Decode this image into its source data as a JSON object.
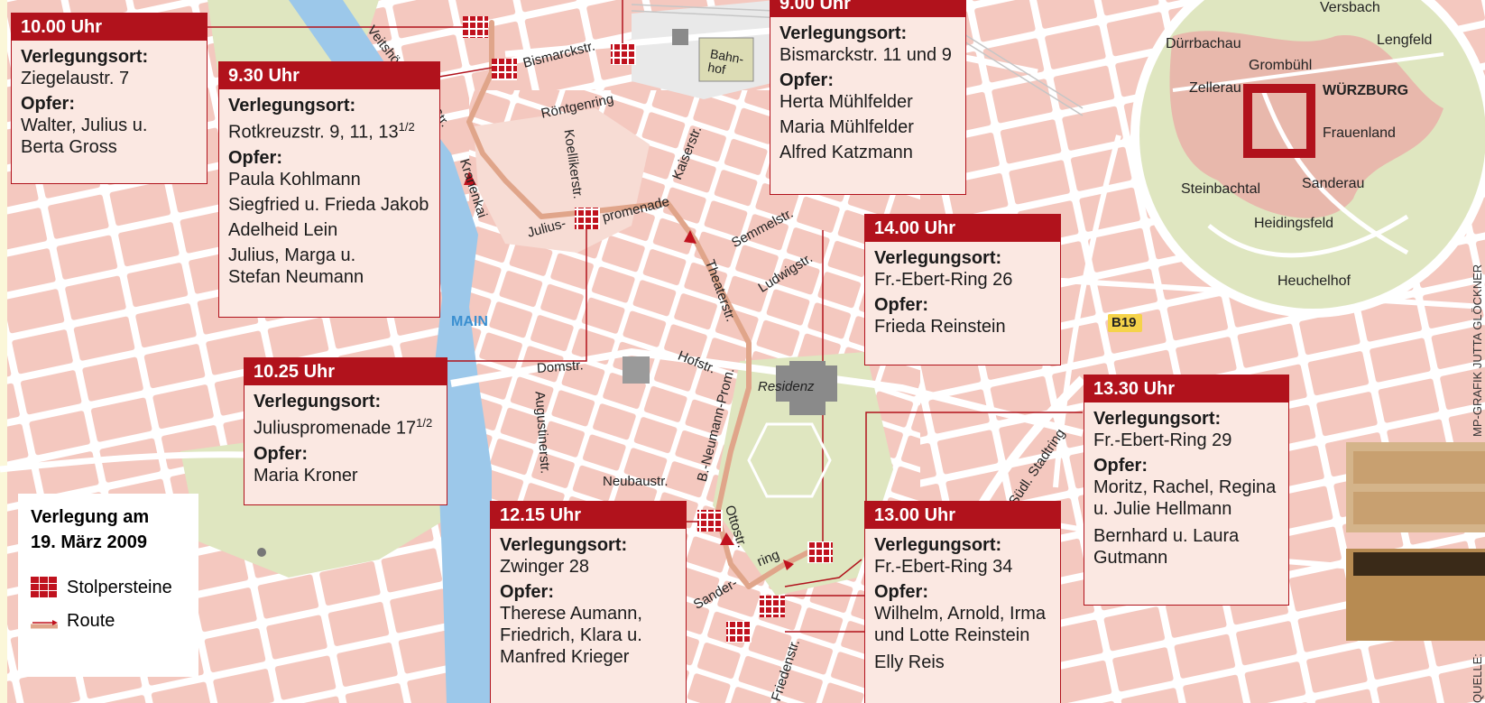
{
  "river_label": "MAIN",
  "road_badge": "B19",
  "streets": {
    "veitshoch": "Veitshöchheimer Str.",
    "bismarck": "Bismarckstr.",
    "bahnhof": "Bahn-\nhof",
    "roentgen": "Röntgenring",
    "koelliker": "Koellikerstr.",
    "kaiser": "Kaiserstr.",
    "kranenkai": "Kranenkai",
    "julius": "Julius-",
    "promenade": "promenade",
    "semmel": "Semmelstr.",
    "ludwig": "Ludwigstr.",
    "theater": "Theaterstr.",
    "hofstr": "Hofstr.",
    "domstr": "Domstr.",
    "augustiner": "Augustinerstr.",
    "residenz": "Residenz",
    "bneumann": "B.-Neumann-Prom.",
    "neubau": "Neubaustr.",
    "otto": "Ottostr.",
    "ring": "ring",
    "sander": "Sander-",
    "friedens": "Friedenstr.",
    "stadtring": "Südl. Stadtring"
  },
  "boxes": [
    {
      "time": "10.00 Uhr",
      "site_label": "Verlegungsort:",
      "site": "Ziegelaustr. 7",
      "victims_label": "Opfer:",
      "victims": [
        "Walter, Julius u.",
        "Berta Gross"
      ]
    },
    {
      "time": "9.30 Uhr",
      "site_label": "Verlegungsort:",
      "site": "Rotkreuzstr. 9, 11, 13",
      "site_frac": "1/2",
      "victims_label": "Opfer:",
      "victims": [
        "Paula Kohlmann",
        "Siegfried u. Frieda Jakob",
        "Adelheid Lein",
        "Julius, Marga u.",
        "Stefan Neumann"
      ]
    },
    {
      "time": "9.00 Uhr",
      "site_label": "Verlegungsort:",
      "site": "Bismarckstr. 11 und 9",
      "victims_label": "Opfer:",
      "victims": [
        "Herta Mühlfelder",
        "Maria Mühlfelder",
        "Alfred Katzmann"
      ]
    },
    {
      "time": "14.00 Uhr",
      "site_label": "Verlegungsort:",
      "site": "Fr.-Ebert-Ring 26",
      "victims_label": "Opfer:",
      "victims": [
        "Frieda Reinstein"
      ]
    },
    {
      "time": "10.25 Uhr",
      "site_label": "Verlegungsort:",
      "site": "Juliuspromenade 17",
      "site_frac": "1/2",
      "victims_label": "Opfer:",
      "victims": [
        "Maria Kroner"
      ]
    },
    {
      "time": "13.30 Uhr",
      "site_label": "Verlegungsort:",
      "site": "Fr.-Ebert-Ring 29",
      "victims_label": "Opfer:",
      "victims": [
        "Moritz, Rachel, Regina",
        "u. Julie Hellmann",
        "Bernhard u. Laura",
        "Gutmann"
      ]
    },
    {
      "time": "12.15 Uhr",
      "site_label": "Verlegungsort:",
      "site": "Zwinger 28",
      "victims_label": "Opfer:",
      "victims": [
        "Therese Aumann,",
        "Friedrich, Klara u.",
        "Manfred Krieger"
      ]
    },
    {
      "time": "13.00 Uhr",
      "site_label": "Verlegungsort:",
      "site": "Fr.-Ebert-Ring 34",
      "victims_label": "Opfer:",
      "victims": [
        "Wilhelm, Arnold, Irma",
        "und Lotte Reinstein",
        "Elly Reis"
      ]
    }
  ],
  "legend": {
    "title_line1": "Verlegung am",
    "title_line2": "19. März 2009",
    "item1": "Stolpersteine",
    "item2": "Route"
  },
  "inset": {
    "places": [
      "Versbach",
      "Dürrbachau",
      "Lengfeld",
      "Grombühl",
      "Zellerau",
      "WÜRZBURG",
      "Frauenland",
      "Steinbachtal",
      "Sanderau",
      "Heidingsfeld",
      "Heuchelhof"
    ]
  },
  "credit": "MP-GRAFIK JUTTA GLÖCKNER",
  "credit2": "QUELLE:",
  "colors": {
    "box_header": "#b1121c",
    "box_bg": "#fbe8e2",
    "block": "#f4c8bf",
    "road": "#ffffff",
    "river": "#9cc8ea",
    "park": "#dfe6c0",
    "stone": "#c0121e",
    "route": "#e0a58a"
  }
}
